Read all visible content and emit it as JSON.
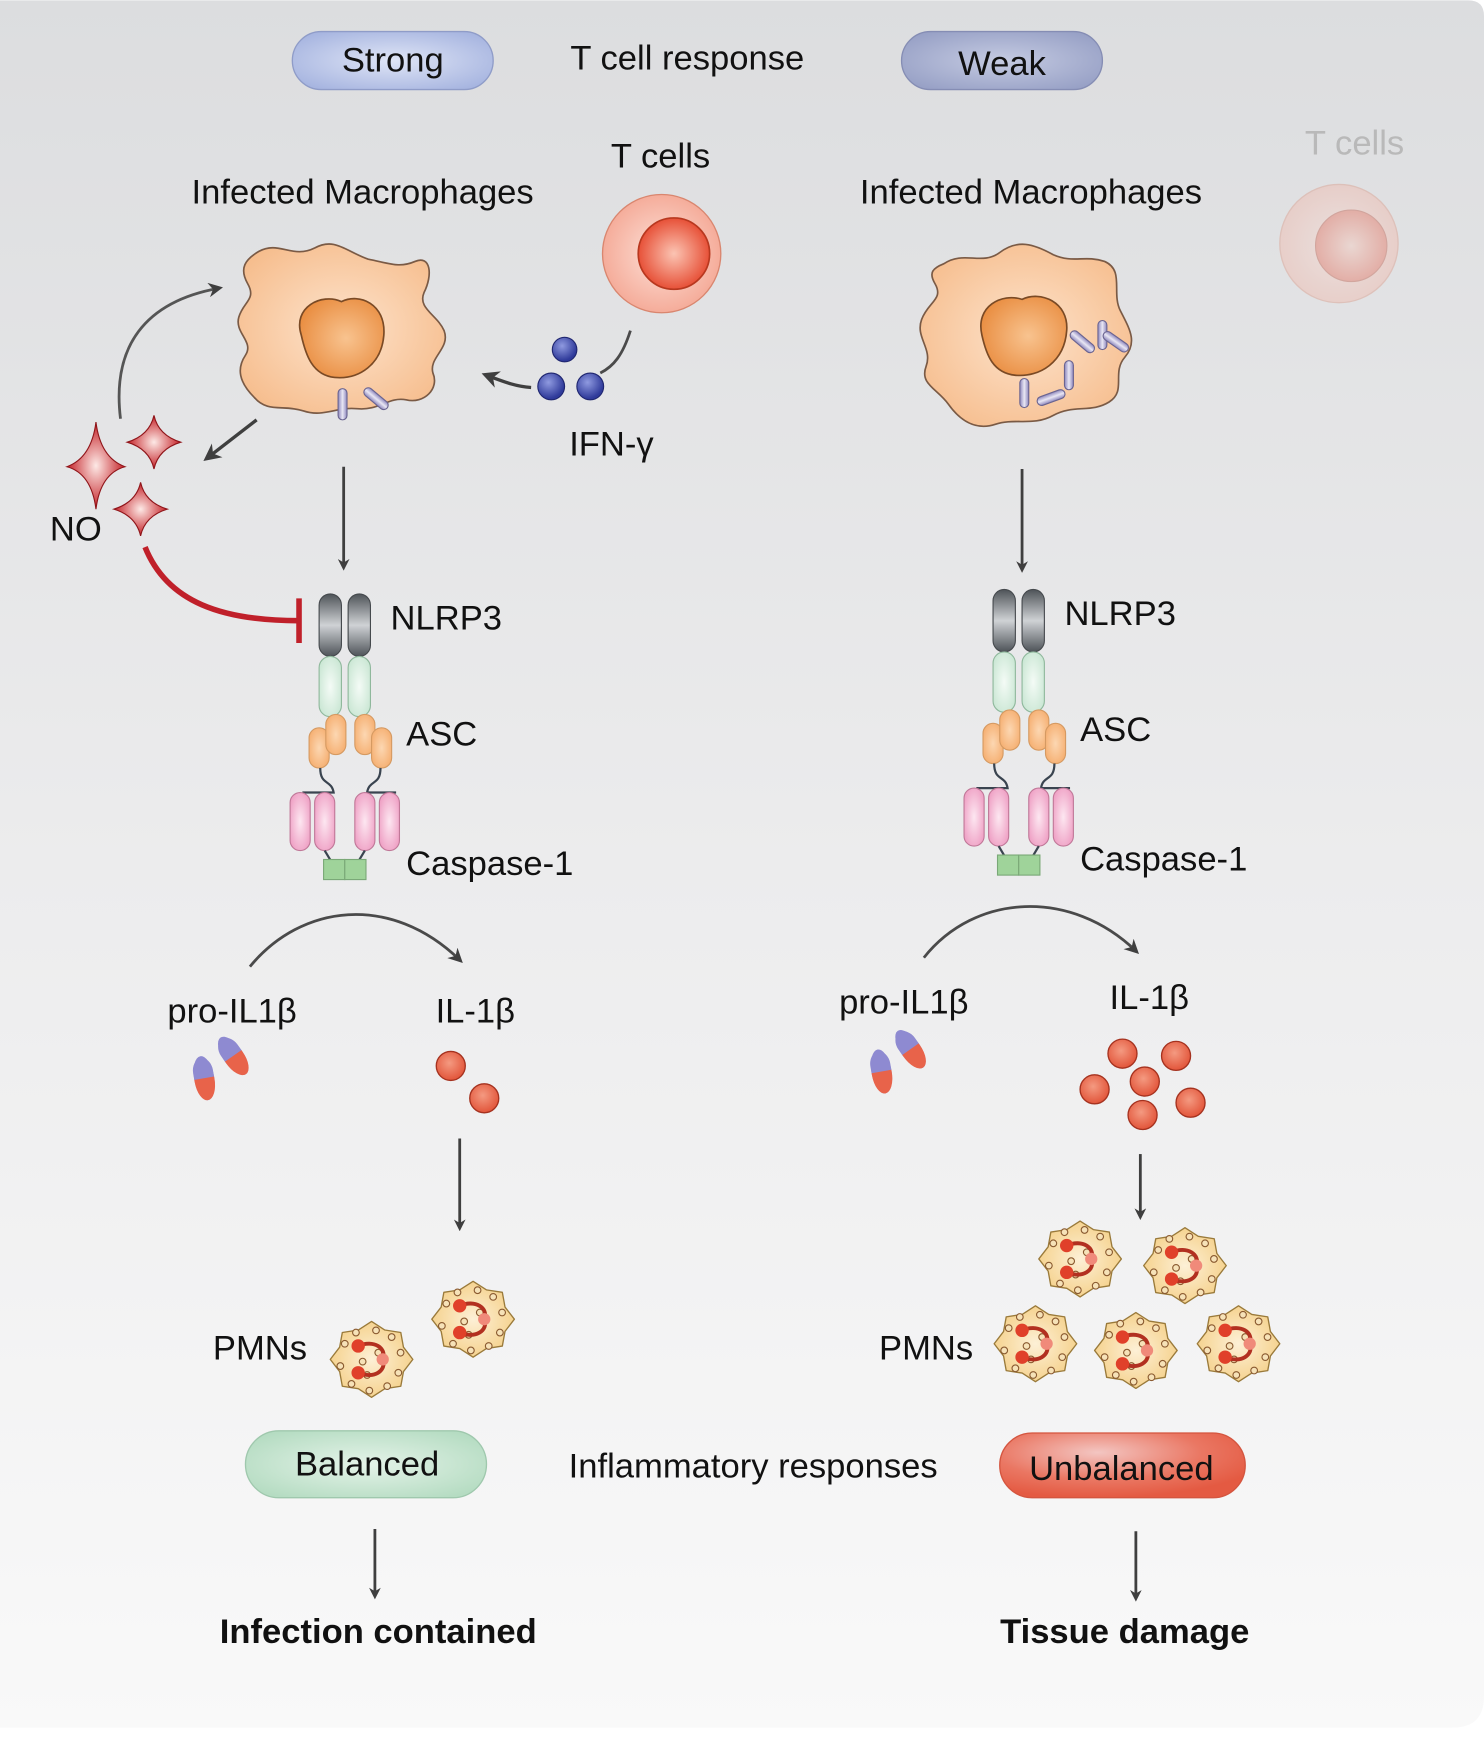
{
  "header": {
    "strong_label": "Strong",
    "center_label": "T cell response",
    "weak_label": "Weak"
  },
  "left_panel": {
    "macrophage_label": "Infected Macrophages",
    "tcell_label": "T cells",
    "ifn_label": "IFN-γ",
    "no_label": "NO",
    "nlrp3_label": "NLRP3",
    "asc_label": "ASC",
    "caspase_label": "Caspase-1",
    "pro_il_label": "pro-IL1β",
    "il_label": "IL-1β",
    "pmn_label": "PMNs",
    "il_particle_count": 2,
    "pmn_count": 2,
    "bacteria_count": 2
  },
  "right_panel": {
    "macrophage_label": "Infected Macrophages",
    "tcell_label": "T cells",
    "nlrp3_label": "NLRP3",
    "asc_label": "ASC",
    "caspase_label": "Caspase-1",
    "pro_il_label": "pro-IL1β",
    "il_label": "IL-1β",
    "pmn_label": "PMNs",
    "il_particle_count": 6,
    "pmn_count": 5,
    "bacteria_count": 6
  },
  "footer": {
    "balanced_label": "Balanced",
    "center_label": "Inflammatory responses",
    "unbalanced_label": "Unbalanced",
    "left_outcome": "Infection contained",
    "right_outcome": "Tissue damage"
  },
  "colors": {
    "strong_pill": "#b8c4e6",
    "weak_pill": "#a9b0cf",
    "balanced_pill": "#c8e6d2",
    "unbalanced_pill": "#ea6a55",
    "inhibition": "#c0202a",
    "arrow": "#3f3f3f"
  }
}
